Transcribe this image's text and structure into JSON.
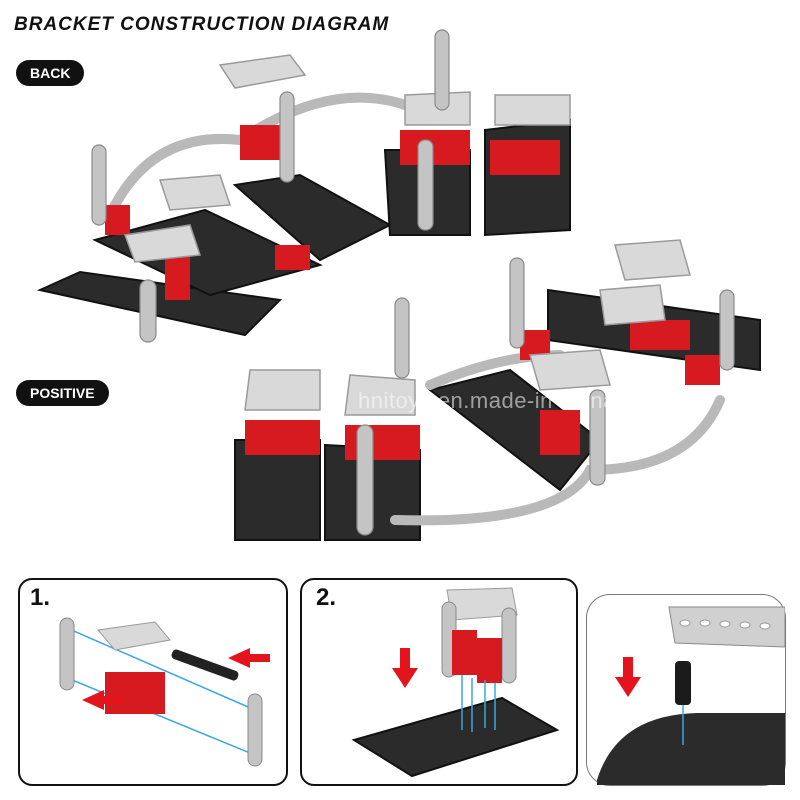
{
  "title": "BRACKET CONSTRUCTION DIAGRAM",
  "labels": {
    "back": "BACK",
    "positive": "POSITIVE"
  },
  "watermark": "hnitoys.en.made-in-china.com",
  "steps": [
    {
      "label": "1."
    },
    {
      "label": "2."
    }
  ],
  "colors": {
    "base_plate": "#2b2b2b",
    "bracket_red": "#d71920",
    "rail_grey": "#c9c9c9",
    "beam_grey": "#bdbdbd",
    "arrow_red": "#e3141b",
    "guide_blue": "#3ba7e0"
  },
  "icons": [
    "arrow-down-icon",
    "arrow-left-icon",
    "arrow-right-icon"
  ]
}
